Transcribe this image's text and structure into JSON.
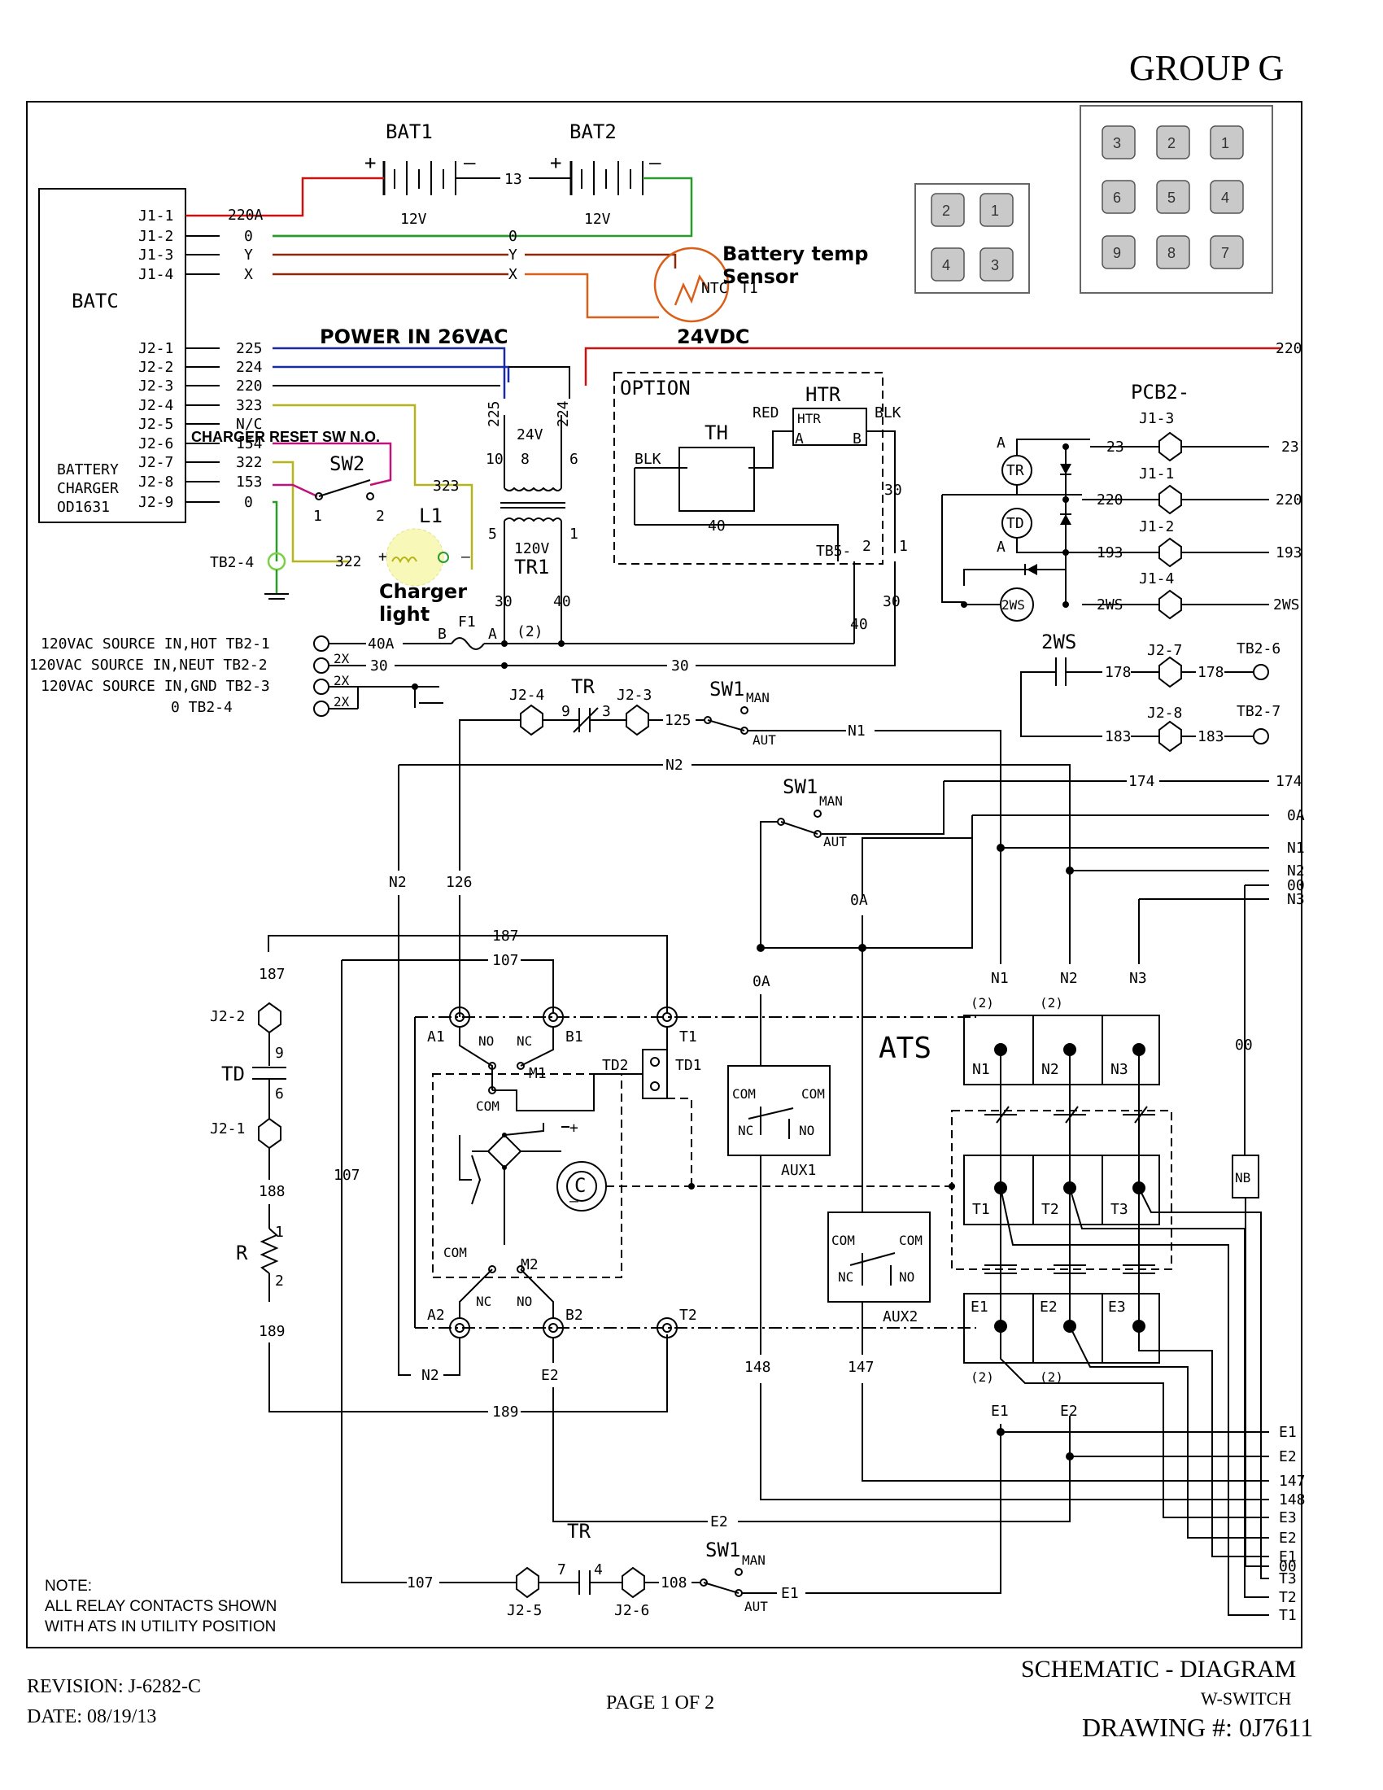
{
  "header": {
    "group": "GROUP G"
  },
  "footer": {
    "revision": "REVISION: J-6282-C",
    "date": "DATE: 08/19/13",
    "page": "PAGE 1 OF 2",
    "title": "SCHEMATIC - DIAGRAM",
    "subtitle": "W-SWITCH",
    "drawing": "DRAWING #: 0J7611"
  },
  "connectors": {
    "small": [
      "2",
      "1",
      "4",
      "3"
    ],
    "large": [
      "3",
      "2",
      "1",
      "6",
      "5",
      "4",
      "9",
      "8",
      "7"
    ]
  },
  "battery": {
    "bat1": "BAT1",
    "bat2": "BAT2",
    "volts1": "12V",
    "volts2": "12V",
    "link": "13",
    "plus": "+",
    "minus": "–",
    "temp_sensor_line1": "Battery temp",
    "temp_sensor_line2": "Sensor",
    "ntc": "NTC",
    "t1": "T1",
    "dc": "24VDC",
    "power_in": "POWER IN 26VAC"
  },
  "batc": {
    "title": "BATC",
    "label_lines": [
      "BATTERY",
      "CHARGER",
      "OD1631"
    ],
    "pins": [
      "J1-1",
      "J1-2",
      "J1-3",
      "J1-4",
      "J2-1",
      "J2-2",
      "J2-3",
      "J2-4",
      "J2-5",
      "J2-6",
      "J2-7",
      "J2-8",
      "J2-9"
    ],
    "wires": [
      "220A",
      "0",
      "Y",
      "X",
      "225",
      "224",
      "220",
      "323",
      "N/C",
      "154",
      "322",
      "153",
      "0"
    ]
  },
  "charger": {
    "reset_sw": "CHARGER RESET SW N.O.",
    "sw2": "SW2",
    "sw2_p1": "1",
    "sw2_p2": "2",
    "l1": "L1",
    "light_line1": "Charger",
    "light_line2": "light",
    "tb2_4": "TB2-4",
    "w322": "322",
    "w323": "323"
  },
  "transformer": {
    "label_24v": "24V",
    "label_120v": "120V",
    "tr1": "TR1",
    "pins": [
      "10",
      "8",
      "6",
      "5",
      "1",
      "30",
      "40"
    ],
    "w225": "225",
    "w224": "224"
  },
  "option_box": {
    "title": "OPTION",
    "htr": "HTR",
    "htr_inner": "HTR",
    "th": "TH",
    "red": "RED",
    "blk1": "BLK",
    "blk2": "BLK",
    "a": "A",
    "b": "B",
    "w40": "40",
    "w30": "30",
    "tb5": "TB5-",
    "tb5_2": "2",
    "tb5_1": "1"
  },
  "sources": {
    "lines": [
      "120VAC SOURCE IN,HOT  TB2-1",
      "120VAC SOURCE IN,NEUT  TB2-2",
      "120VAC SOURCE IN,GND  TB2-3",
      "0  TB2-4"
    ],
    "w40a": "40A",
    "w30": "30",
    "x2": "2X",
    "f1": "F1",
    "fb": "B",
    "fa": "A",
    "two": "(2)"
  },
  "pcb2": {
    "title": "PCB2-",
    "tr": "TR",
    "td": "TD",
    "ws": "2WS",
    "a1": "A",
    "a2": "A",
    "j13": "J1-3",
    "j11": "J1-1",
    "j12": "J1-2",
    "j14": "J1-4",
    "w23": "23",
    "w220": "220",
    "w193": "193",
    "w2ws": "2WS",
    "right": [
      "23",
      "220",
      "193",
      "2WS"
    ]
  },
  "ws_block": {
    "title": "2WS",
    "j27": "J2-7",
    "j28": "J2-8",
    "tb26": "TB2-6",
    "tb27": "TB2-7",
    "w178": "178",
    "w183": "183"
  },
  "control": {
    "j24": "J2-4",
    "j23": "J2-3",
    "tr": "TR",
    "c9": "9",
    "c3": "3",
    "w125": "125",
    "sw1": "SW1",
    "man": "MAN",
    "aut": "AUT",
    "n1": "N1",
    "n2": "N2",
    "w174": "174",
    "w0a": "0A",
    "w126": "126",
    "w187": "187",
    "w107": "107",
    "w188": "188",
    "w189": "189",
    "td": "TD",
    "j22": "J2-2",
    "j21": "J2-1",
    "r": "R",
    "td9": "9",
    "td6": "6",
    "r1": "1",
    "r2": "2",
    "j25": "J2-5",
    "j26": "J2-6",
    "c7": "7",
    "c4": "4",
    "w108": "108",
    "e1": "E1",
    "e2": "E2",
    "w148": "148",
    "w147": "147",
    "w00": "00",
    "nb": "NB"
  },
  "ats": {
    "title": "ATS",
    "a1": "A1",
    "b1": "B1",
    "t1": "T1",
    "a2": "A2",
    "b2": "B2",
    "t2": "T2",
    "no": "NO",
    "nc": "NC",
    "com": "COM",
    "m1": "M1",
    "m2": "M2",
    "td2": "TD2",
    "td1": "TD1",
    "c": "C",
    "plus": "+",
    "minus": "–",
    "aux1": "AUX1",
    "aux2": "AUX2",
    "n_labels": [
      "N1",
      "N2",
      "N3"
    ],
    "t_labels": [
      "T1",
      "T2",
      "T3"
    ],
    "e_labels": [
      "E1",
      "E2",
      "E3"
    ],
    "two": "(2)"
  },
  "right_terminals": [
    "220",
    "174",
    "0A",
    "N1",
    "N2",
    "00",
    "N3",
    "E1",
    "E2",
    "147",
    "148",
    "E3",
    "E2",
    "E1",
    "00",
    "T3",
    "T2",
    "T1"
  ],
  "note": {
    "title": "NOTE:",
    "line1": "ALL RELAY CONTACTS SHOWN",
    "line2": "WITH ATS IN UTILITY POSITION"
  },
  "colors": {
    "red": "#cc1111",
    "green": "#2a9a2a",
    "brown": "#8b2a0a",
    "orange": "#d9601a",
    "blue": "#1a2aa0",
    "olive": "#b5b51a",
    "magenta": "#c0127a",
    "highlight": "#f4f48a",
    "lime": "#7bd04a"
  }
}
